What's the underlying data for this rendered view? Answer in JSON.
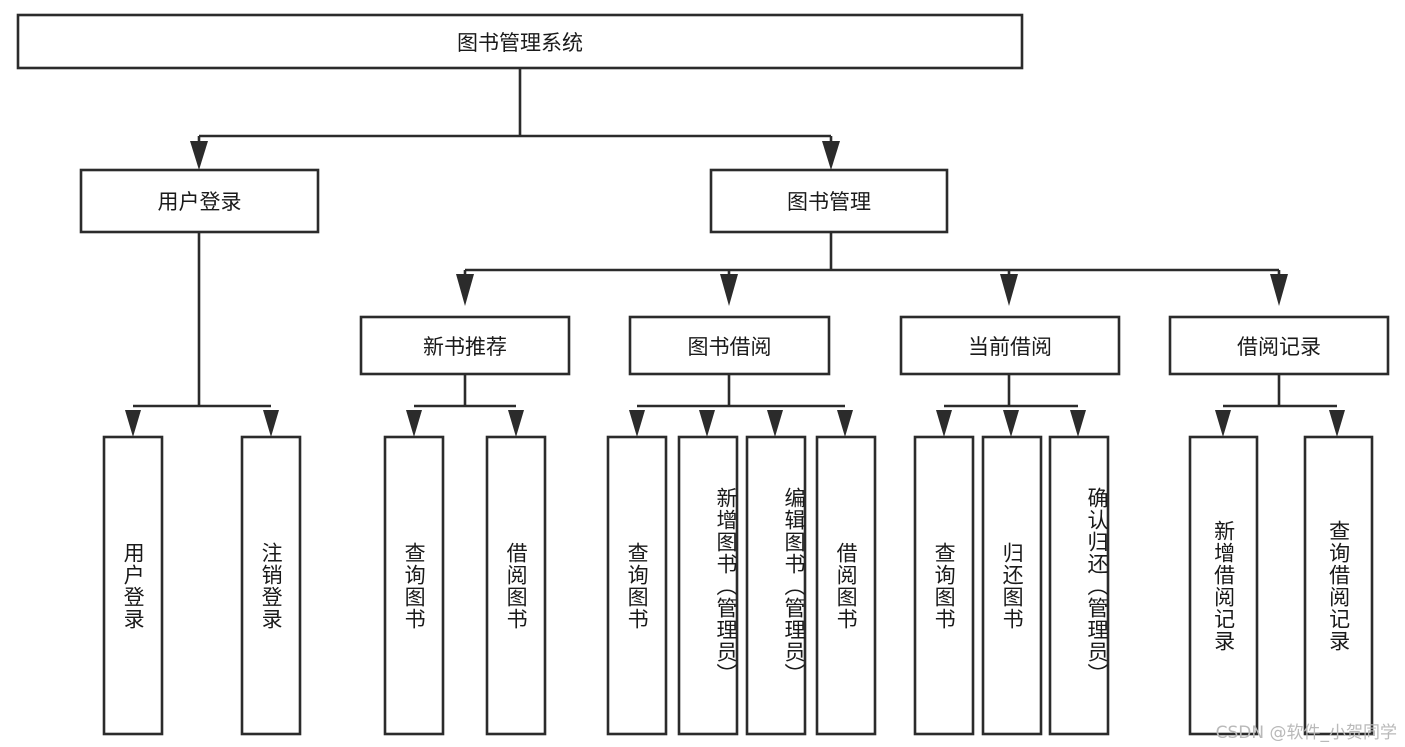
{
  "diagram": {
    "type": "tree-hierarchy",
    "title": "图书管理系统",
    "watermark": "CSDN @软件_小贺同学",
    "colors": {
      "background": "#ffffff",
      "box_fill": "#ffffff",
      "box_stroke": "#2b2b2b",
      "text": "#1a1a1a",
      "watermark": "#b9b9b9"
    },
    "nodes": {
      "root": {
        "label": "图书管理系统",
        "level": 1,
        "orientation": "horizontal"
      },
      "level2": [
        {
          "id": "user-login",
          "label": "用户登录",
          "orientation": "horizontal"
        },
        {
          "id": "book-manage",
          "label": "图书管理",
          "orientation": "horizontal"
        }
      ],
      "level3": [
        {
          "id": "new-book-recommend",
          "label": "新书推荐",
          "orientation": "horizontal",
          "parent": "book-manage"
        },
        {
          "id": "book-borrow",
          "label": "图书借阅",
          "orientation": "horizontal",
          "parent": "book-manage"
        },
        {
          "id": "current-borrow",
          "label": "当前借阅",
          "orientation": "horizontal",
          "parent": "book-manage"
        },
        {
          "id": "borrow-record",
          "label": "借阅记录",
          "orientation": "horizontal",
          "parent": "book-manage"
        }
      ],
      "leaves": [
        {
          "id": "leaf-user-login",
          "label": "用户登录",
          "parent": "user-login",
          "orientation": "vertical"
        },
        {
          "id": "leaf-user-logout",
          "label": "注销登录",
          "parent": "user-login",
          "orientation": "vertical"
        },
        {
          "id": "leaf-query-book-1",
          "label": "查询图书",
          "parent": "new-book-recommend",
          "orientation": "vertical"
        },
        {
          "id": "leaf-borrow-book-1",
          "label": "借阅图书",
          "parent": "new-book-recommend",
          "orientation": "vertical"
        },
        {
          "id": "leaf-query-book-2",
          "label": "查询图书",
          "parent": "book-borrow",
          "orientation": "vertical"
        },
        {
          "id": "leaf-add-book",
          "label": "新增图书（管理员）",
          "parent": "book-borrow",
          "orientation": "vertical"
        },
        {
          "id": "leaf-edit-book",
          "label": "编辑图书（管理员）",
          "parent": "book-borrow",
          "orientation": "vertical"
        },
        {
          "id": "leaf-borrow-book-2",
          "label": "借阅图书",
          "parent": "book-borrow",
          "orientation": "vertical"
        },
        {
          "id": "leaf-query-book-3",
          "label": "查询图书",
          "parent": "current-borrow",
          "orientation": "vertical"
        },
        {
          "id": "leaf-return-book",
          "label": "归还图书",
          "parent": "current-borrow",
          "orientation": "vertical"
        },
        {
          "id": "leaf-confirm-return",
          "label": "确认归还（管理员）",
          "parent": "current-borrow",
          "orientation": "vertical"
        },
        {
          "id": "leaf-add-record",
          "label": "新增借阅记录",
          "parent": "borrow-record",
          "orientation": "vertical"
        },
        {
          "id": "leaf-query-record",
          "label": "查询借阅记录",
          "parent": "borrow-record",
          "orientation": "vertical"
        }
      ]
    }
  }
}
